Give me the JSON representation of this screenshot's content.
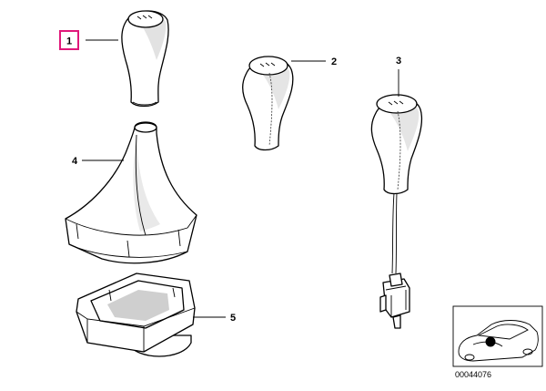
{
  "diagram": {
    "callouts": [
      {
        "id": "callout-1",
        "label": "1",
        "highlighted": true
      },
      {
        "id": "callout-2",
        "label": "2",
        "highlighted": false
      },
      {
        "id": "callout-3",
        "label": "3",
        "highlighted": false
      },
      {
        "id": "callout-4",
        "label": "4",
        "highlighted": false
      },
      {
        "id": "callout-5",
        "label": "5",
        "highlighted": false
      }
    ],
    "inset": {
      "part_number": "00044076"
    },
    "colors": {
      "highlight_box": "#e0187a",
      "line": "#000000",
      "knob_shade": "#cfcfcf",
      "background": "#ffffff"
    }
  }
}
